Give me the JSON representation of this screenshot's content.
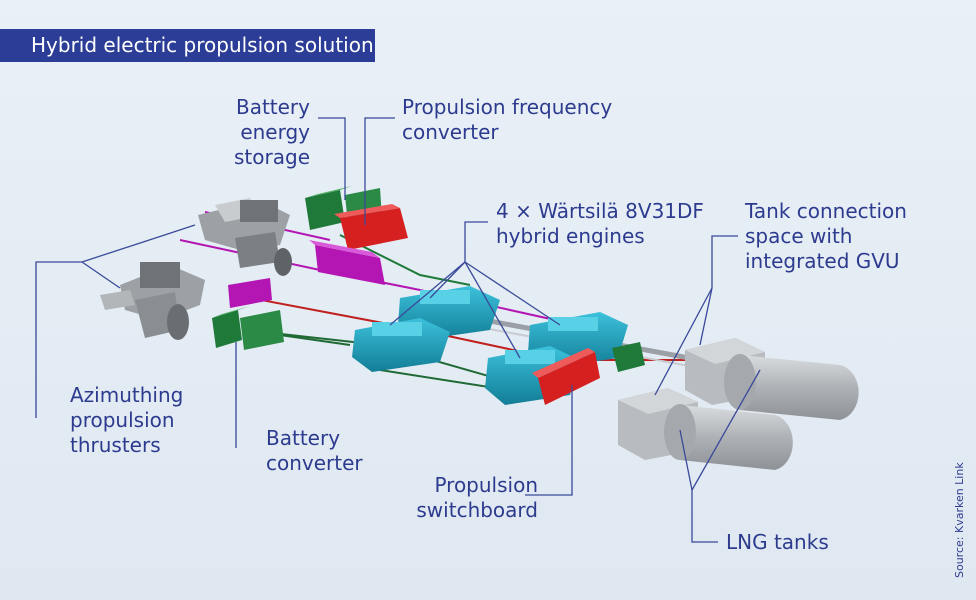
{
  "title": "Hybrid electric propulsion solution",
  "source": "Source: Kvarken Link",
  "labels": {
    "battery_storage": [
      "Battery energy",
      "storage"
    ],
    "freq_converter": [
      "Propulsion frequency",
      "converter"
    ],
    "engines": [
      "4 × Wärtsilä 8V31DF",
      "hybrid engines"
    ],
    "tank_space": [
      "Tank connection",
      "space with",
      "integrated GVU"
    ],
    "thrusters": [
      "Azimuthing",
      "propulsion",
      "thrusters"
    ],
    "battery_converter": [
      "Battery",
      "converter"
    ],
    "switchboard": [
      "Propulsion",
      "switchboard"
    ],
    "lng_tanks": "LNG tanks"
  },
  "colors": {
    "title_bg": "#2b3d96",
    "label_text": "#2d3b8f",
    "battery_green": "#1f7a3a",
    "converter_red": "#d62020",
    "converter_magenta": "#b316b3",
    "engine_teal": "#1a9bb8",
    "tank_grey": "#b8bcc0",
    "leader_line": "#3a4a9a"
  }
}
